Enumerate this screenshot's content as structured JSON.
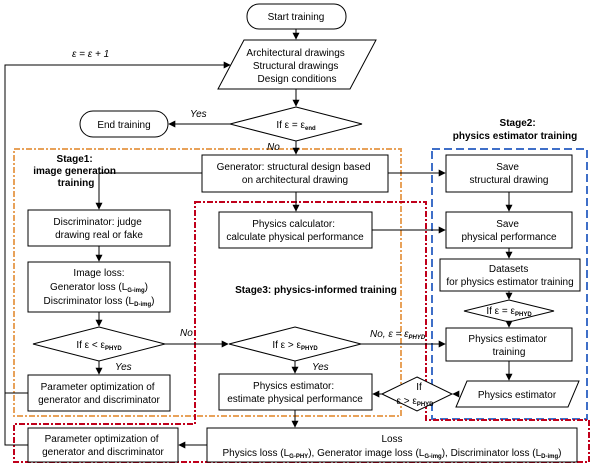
{
  "nodes": {
    "start": "Start training",
    "inputs": [
      "Architectural drawings",
      "Structural drawings",
      "Design conditions"
    ],
    "end": "End training",
    "cond_end": {
      "pre": "If ε = ε",
      "sub": "end"
    },
    "generator": [
      "Generator: structural design based",
      "on architectural drawing"
    ],
    "discriminator": [
      "Discriminator: judge",
      "drawing real or fake"
    ],
    "image_loss": {
      "title": "Image loss:",
      "gen_pre": "Generator loss (L",
      "gen_sub": "G-img",
      "gen_post": ")",
      "dis_pre": "Discriminator loss (L",
      "dis_sub": "D-img",
      "dis_post": ")"
    },
    "cond_phy1": {
      "pre": "If ε < ε",
      "sub": "PHYD"
    },
    "param_opt1": [
      "Parameter optimization of",
      "generator and discriminator"
    ],
    "physics_calc": [
      "Physics calculator:",
      "calculate physical performance"
    ],
    "cond_phy2": {
      "pre": "If ε > ε",
      "sub": "PHYD"
    },
    "physics_est": [
      "Physics estimator:",
      "estimate physical performance"
    ],
    "save_struct": [
      "Save",
      "structural drawing"
    ],
    "save_phys": [
      "Save",
      "physical performance"
    ],
    "datasets": [
      "Datasets",
      "for physics estimator training"
    ],
    "cond_phy3": {
      "pre": "If ε = ε",
      "sub": "PHYD"
    },
    "pe_training": [
      "Physics estimator",
      "training"
    ],
    "pe_io": "Physics estimator",
    "cond_phy4": {
      "line1": "If",
      "pre": "ε > ε",
      "sub": "PHYD"
    },
    "loss": {
      "title": "Loss",
      "p1": "Physics loss (L",
      "s1": "G-PHY",
      "p2": "), Generator image loss (L",
      "s2": "G-img",
      "p3": "), Discriminator loss (L",
      "s3": "D-img",
      "p4": ")"
    },
    "param_opt2": [
      "Parameter optimization of",
      "generator and discriminator"
    ]
  },
  "labels": {
    "epoch": "ε = ε + 1",
    "yes_end": "Yes",
    "no_end": "No",
    "yes_phy1": "Yes",
    "no_phy1": "No",
    "yes_phy2": "Yes",
    "no_phy2": {
      "pre": "No, ε = ε",
      "sub": "PHYD"
    }
  },
  "stages": {
    "stage1": [
      "Stage1:",
      "image generation",
      "training"
    ],
    "stage2": [
      "Stage2:",
      "physics estimator training"
    ],
    "stage3": "Stage3: physics-informed training"
  },
  "colors": {
    "stage1": "#e8a25a",
    "stage2": "#3f6fc8",
    "stage3": "#c0001b"
  }
}
